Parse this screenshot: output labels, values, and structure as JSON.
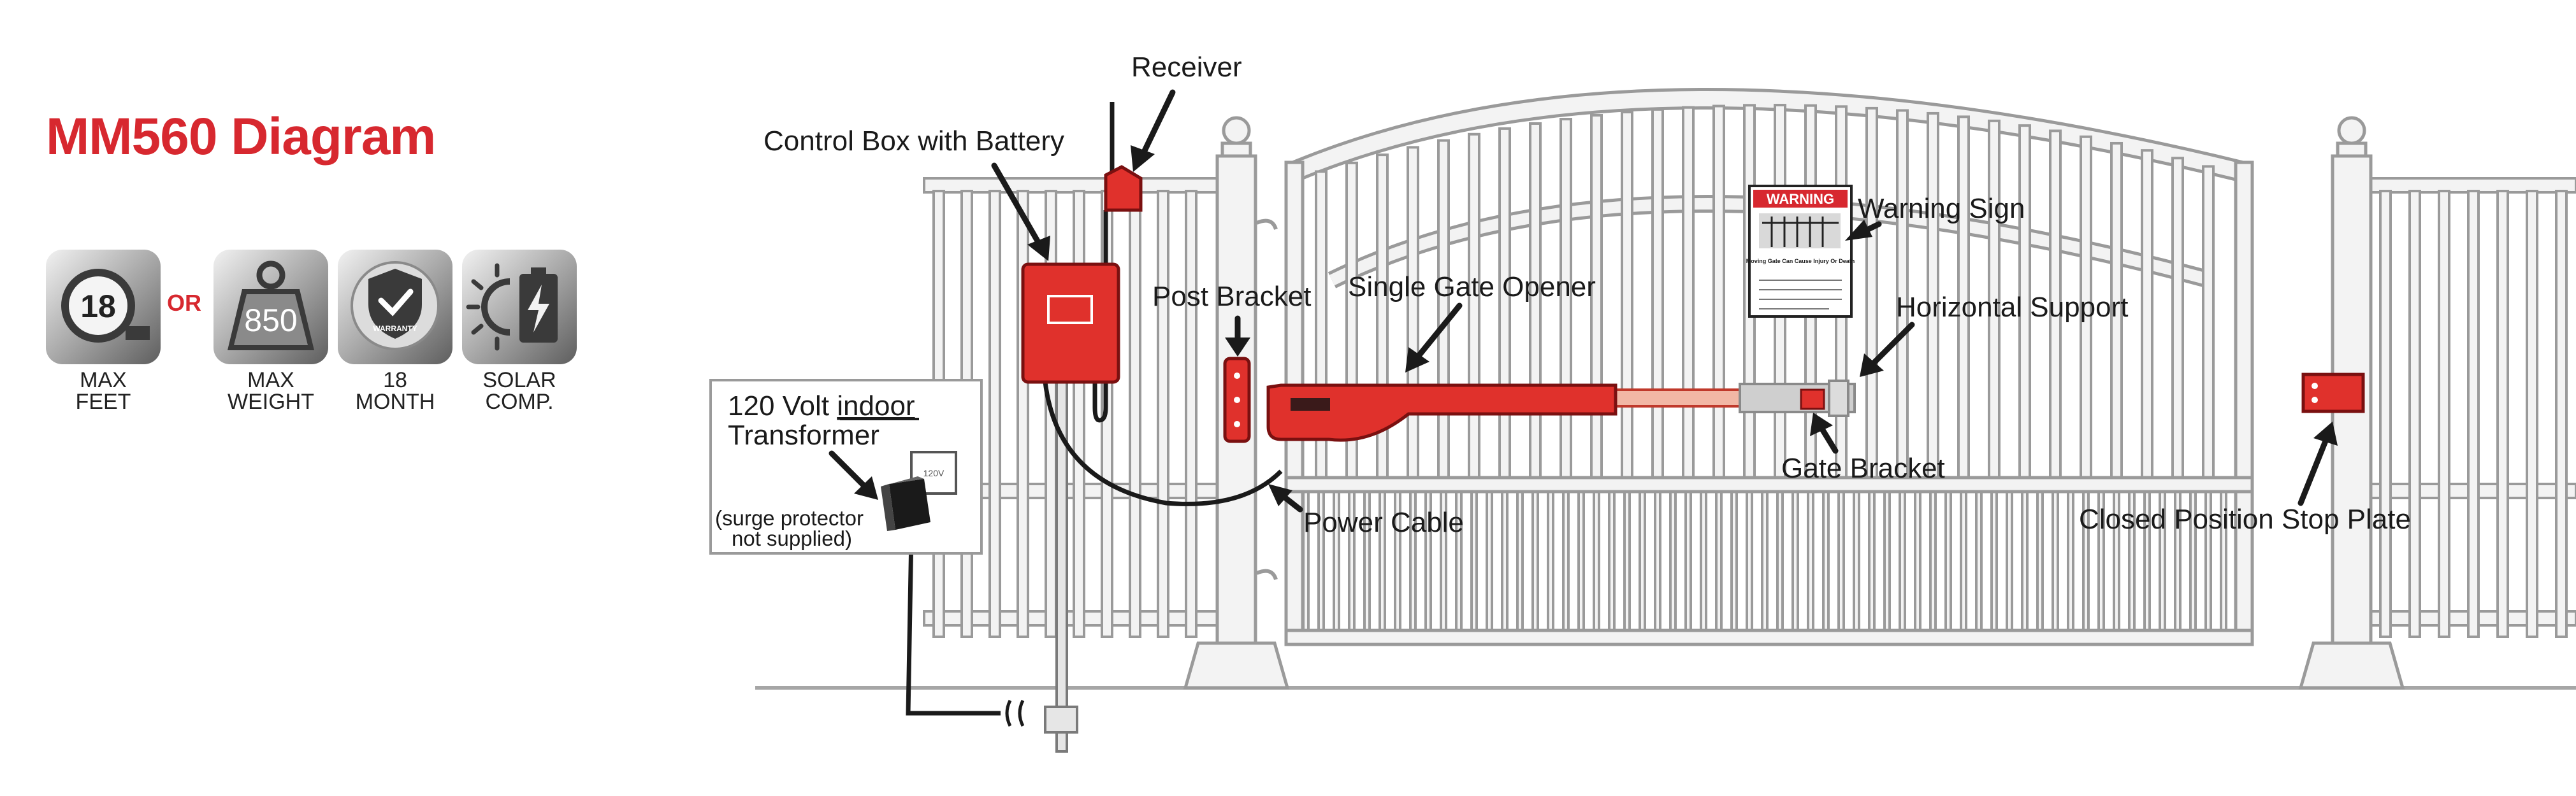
{
  "title": "MM560 Diagram",
  "colors": {
    "accent": "#d7282f",
    "opener_red": "#e0312c",
    "line": "#9e9e9e"
  },
  "connector": "OR",
  "badges": [
    {
      "icon": "tape-measure-icon",
      "value": "18",
      "label_line1": "MAX",
      "label_line2": "FEET"
    },
    {
      "icon": "weight-icon",
      "value": "850",
      "label_line1": "MAX",
      "label_line2": "WEIGHT"
    },
    {
      "icon": "shield-check-icon",
      "value": "WARRANTY",
      "label_line1": "18",
      "label_line2": "MONTH"
    },
    {
      "icon": "solar-battery-icon",
      "value": "",
      "label_line1": "SOLAR",
      "label_line2": "COMP."
    }
  ],
  "labels": {
    "receiver": "Receiver",
    "control_box": "Control Box with Battery",
    "post_bracket": "Post Bracket",
    "single_gate_opener": "Single Gate Opener",
    "warning_sign": "Warning Sign",
    "horizontal_support": "Horizontal Support",
    "gate_bracket": "Gate Bracket",
    "power_cable": "Power Cable",
    "closed_stop_plate": "Closed Position Stop Plate",
    "transformer_line1_a": "120 Volt ",
    "transformer_line1_b": "indoor",
    "transformer_line2": "Transformer",
    "transformer_note1": "(surge protector",
    "transformer_note2": "not supplied)",
    "sign_header": "WARNING",
    "sign_text": "Moving Gate Can Cause Injury Or Death",
    "outlet_text": "120V"
  }
}
